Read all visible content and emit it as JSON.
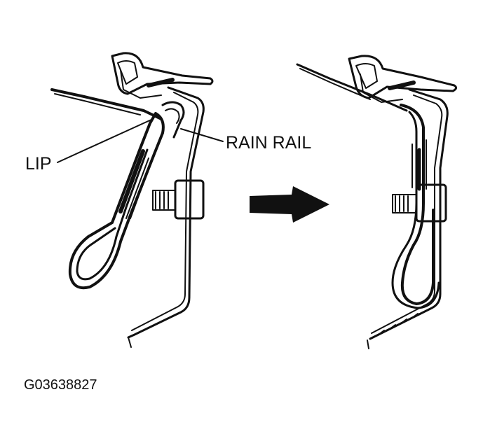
{
  "labels": {
    "lip": "LIP",
    "rain_rail": "RAIN RAIL",
    "figure_id": "G03638827"
  },
  "colors": {
    "ink": "#111111",
    "paper": "#ffffff"
  },
  "icons": {
    "arrow": "arrow-right-icon"
  }
}
